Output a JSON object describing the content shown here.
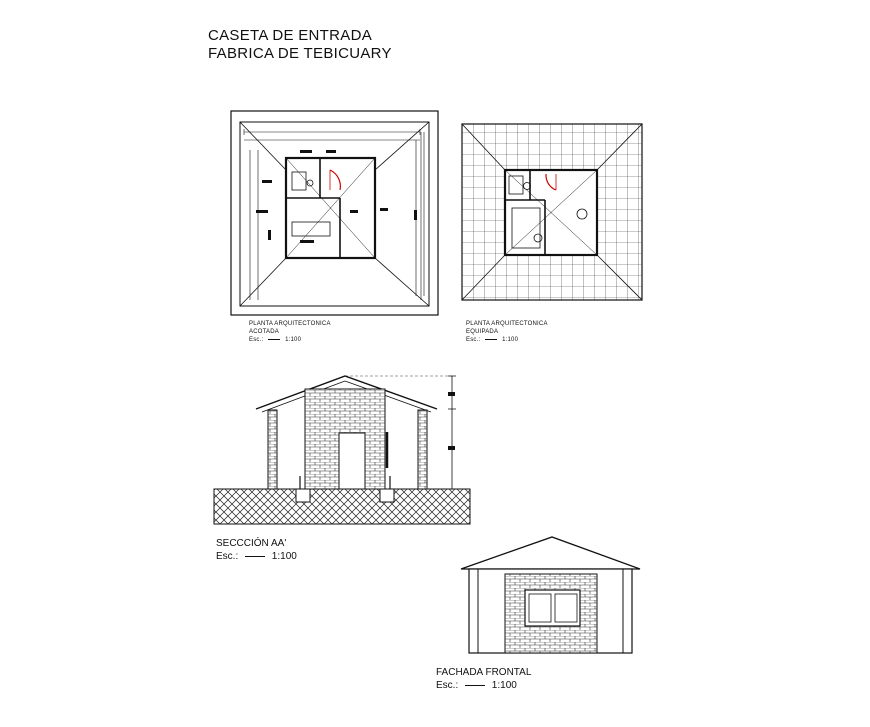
{
  "title": {
    "line1": "CASETA DE ENTRADA",
    "line2": "FABRICA DE TEBICUARY"
  },
  "plan_acotada": {
    "label1": "PLANTA ARQUITECTONICA",
    "label2": "ACOTADA",
    "scale_prefix": "Esc.:",
    "scale_value": "1:100"
  },
  "plan_equipada": {
    "label1": "PLANTA ARQUITECTONICA",
    "label2": "EQUIPADA",
    "scale_prefix": "Esc.:",
    "scale_value": "1:100"
  },
  "section": {
    "label": "SECCCIÓN AA'",
    "scale_prefix": "Esc.:",
    "scale_value": "1:100"
  },
  "facade": {
    "label": "FACHADA FRONTAL",
    "scale_prefix": "Esc.:",
    "scale_value": "1:100"
  },
  "colors": {
    "line": "#111111",
    "door_swing": "#cc0000",
    "background": "#ffffff"
  }
}
